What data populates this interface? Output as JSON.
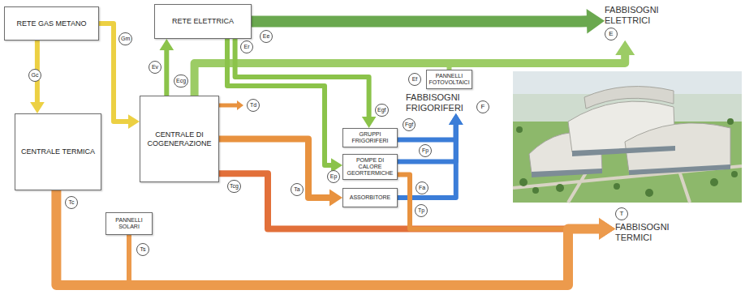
{
  "diagram": {
    "nodes": [
      {
        "text": [
          "RETE GAS METANO"
        ]
      },
      {
        "text": [
          "RETE ELETTRICA"
        ]
      },
      {
        "text": [
          "CENTRALE TERMICA"
        ]
      },
      {
        "text": [
          "CENTRALE DI COGENERAZIONE"
        ]
      },
      {
        "text": [
          "PANNELLI FOTOVOLTAICI"
        ]
      },
      {
        "text": [
          "GRUPPI FRIGORIFERI"
        ]
      },
      {
        "text": [
          "POMPE DI CALORE GEORTERMICHE"
        ]
      },
      {
        "text": [
          "ASSORBITORE"
        ]
      },
      {
        "text": [
          "PANNELLI SOLARI"
        ]
      },
      {
        "text": [
          "FABBISOGNI ELETTRICI",
          "E"
        ]
      },
      {
        "text": [
          "FABBISOGNI FRIGORIFERI",
          "F"
        ]
      },
      {
        "text": [
          "FABBISOGNI TERMICI",
          "T"
        ]
      }
    ],
    "edges": [
      {
        "from": 0,
        "to": 2,
        "arrow": "to"
      },
      {
        "from": 0,
        "to": 3,
        "arrow": "to"
      },
      {
        "from": 3,
        "to": 1,
        "arrow": "to"
      },
      {
        "from": 1,
        "to": 9,
        "arrow": "to"
      },
      {
        "from": 3,
        "to": 9,
        "arrow": "to"
      },
      {
        "from": 4,
        "to": 9,
        "arrow": "to"
      },
      {
        "from": 1,
        "to": 5,
        "arrow": "to"
      },
      {
        "from": 1,
        "to": 6,
        "arrow": "to"
      },
      {
        "from": 5,
        "to": 10,
        "arrow": "to"
      },
      {
        "from": 6,
        "to": 10,
        "arrow": "to"
      },
      {
        "from": 7,
        "to": 10,
        "arrow": "to"
      },
      {
        "from": 3,
        "to": 7,
        "arrow": "to"
      },
      {
        "from": 3,
        "to": 11,
        "arrow": "to"
      },
      {
        "from": 6,
        "to": 11,
        "arrow": "to"
      },
      {
        "from": 2,
        "to": 11,
        "arrow": "to"
      },
      {
        "from": 8,
        "to": 11,
        "arrow": "to"
      }
    ],
    "labels": [
      "Gm",
      "Gc",
      "Ee",
      "Ev",
      "Er",
      "Ecg",
      "Ef",
      "Egf",
      "Fgf",
      "Ep",
      "Fp",
      "Ta",
      "Fa",
      "Tp",
      "Td",
      "Tcg",
      "Tc",
      "Ts"
    ]
  }
}
